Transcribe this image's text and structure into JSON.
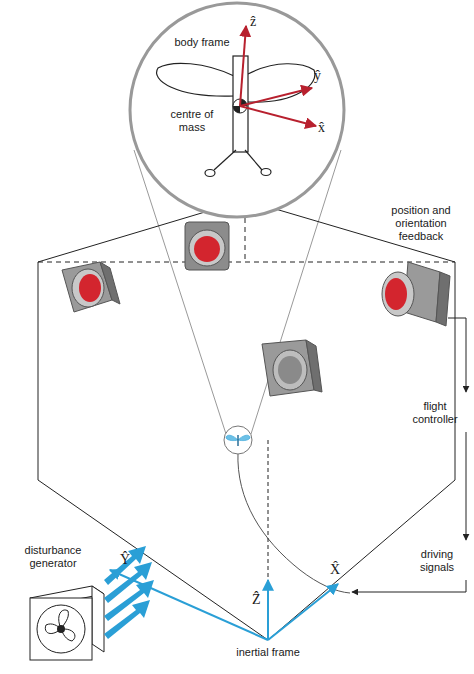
{
  "diagram": {
    "labels": [
      "body frame",
      "ẑ",
      "ŷ",
      "x̂",
      "centre of mass",
      "position and orientation feedback",
      "flight controller",
      "driving signals",
      "disturbance generator",
      "Ẑ",
      "Ŷ",
      "X̂",
      "inertial frame"
    ]
  }
}
